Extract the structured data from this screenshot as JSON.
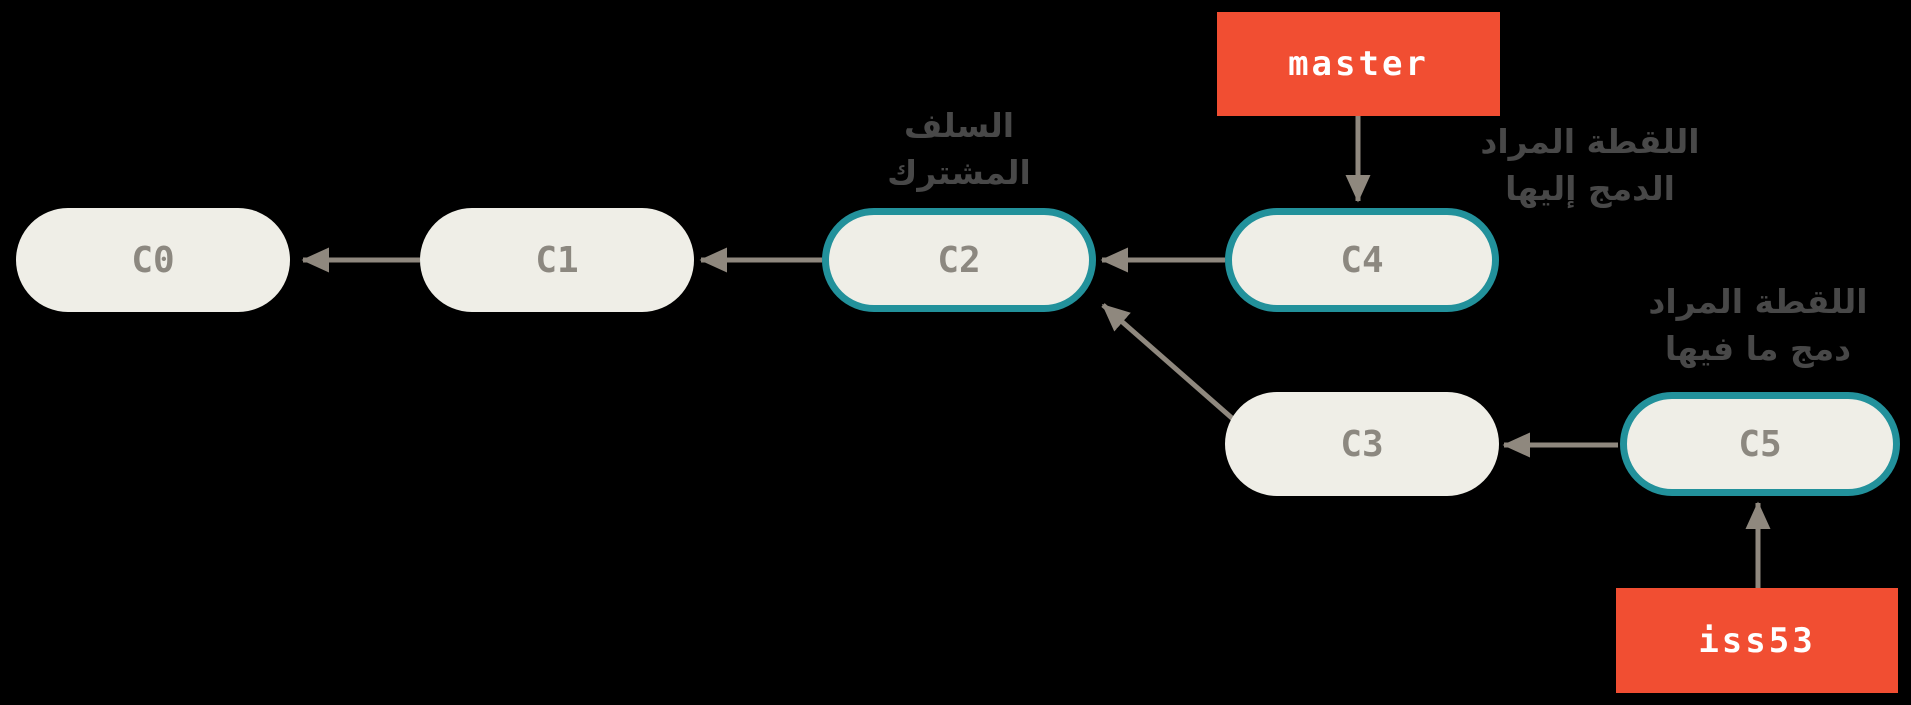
{
  "diagram": {
    "description": "Git merge diagram showing three snapshots used in a merge (Arabic annotated)",
    "colors": {
      "background": "#000000",
      "node_fill": "#EFEEE7",
      "node_text": "#8C8880",
      "highlight_border": "#22919B",
      "branch_fill": "#F14E32",
      "branch_text": "#FFFFFF",
      "arrow": "#8F887E",
      "annotation_text": "#484848"
    },
    "commits": [
      {
        "id": "C0",
        "highlighted": false
      },
      {
        "id": "C1",
        "highlighted": false
      },
      {
        "id": "C2",
        "highlighted": true
      },
      {
        "id": "C3",
        "highlighted": false
      },
      {
        "id": "C4",
        "highlighted": true
      },
      {
        "id": "C5",
        "highlighted": true
      }
    ],
    "edges": [
      {
        "from": "C1",
        "to": "C0"
      },
      {
        "from": "C2",
        "to": "C1"
      },
      {
        "from": "C4",
        "to": "C2"
      },
      {
        "from": "C3",
        "to": "C2"
      },
      {
        "from": "C5",
        "to": "C3"
      },
      {
        "from": "master",
        "to": "C4"
      },
      {
        "from": "iss53",
        "to": "C5"
      }
    ],
    "branches": [
      {
        "name": "master",
        "points_to": "C4"
      },
      {
        "name": "iss53",
        "points_to": "C5"
      }
    ],
    "annotations": [
      {
        "name": "common-ancestor",
        "lines": [
          "السلف",
          "المشترك"
        ]
      },
      {
        "name": "merge-into",
        "lines": [
          "اللقطة المراد",
          "الدمج إليها"
        ]
      },
      {
        "name": "merge-from",
        "lines": [
          "اللقطة المراد",
          "دمج ما فيها"
        ]
      }
    ]
  }
}
